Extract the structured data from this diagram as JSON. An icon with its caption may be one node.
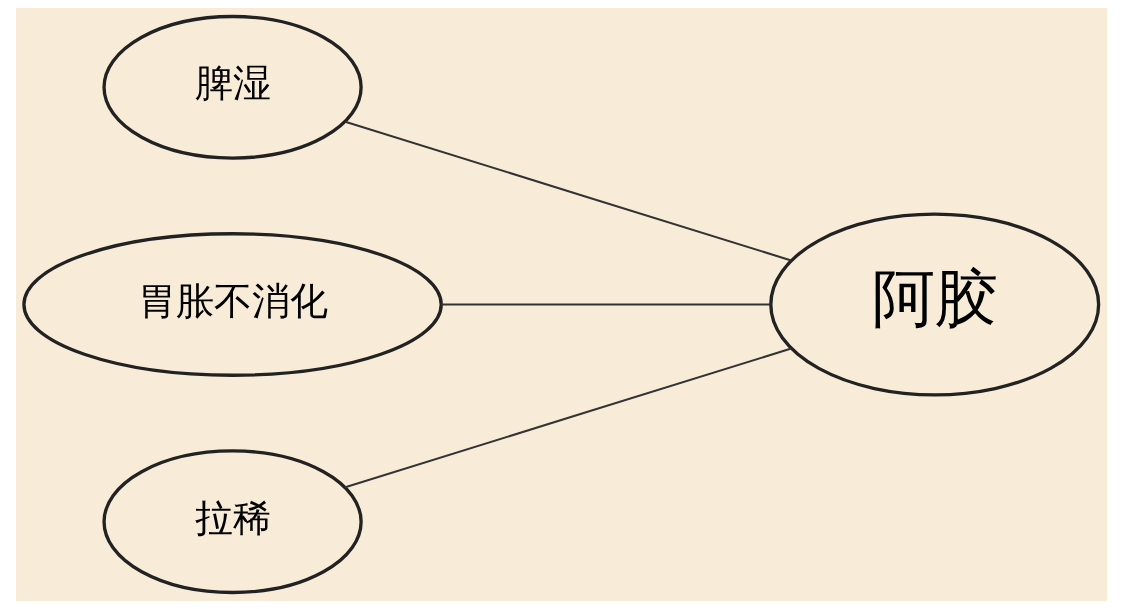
{
  "diagram": {
    "nodes": [
      {
        "text": [
          "脾湿"
        ]
      },
      {
        "text": [
          "胃胀不消化"
        ]
      },
      {
        "text": [
          "拉稀"
        ]
      },
      {
        "text": [
          "阿胶"
        ]
      }
    ],
    "edges": [
      {
        "from": 0,
        "to": 3,
        "arrow": "none"
      },
      {
        "from": 1,
        "to": 3,
        "arrow": "none"
      },
      {
        "from": 2,
        "to": 3,
        "arrow": "none"
      }
    ]
  }
}
